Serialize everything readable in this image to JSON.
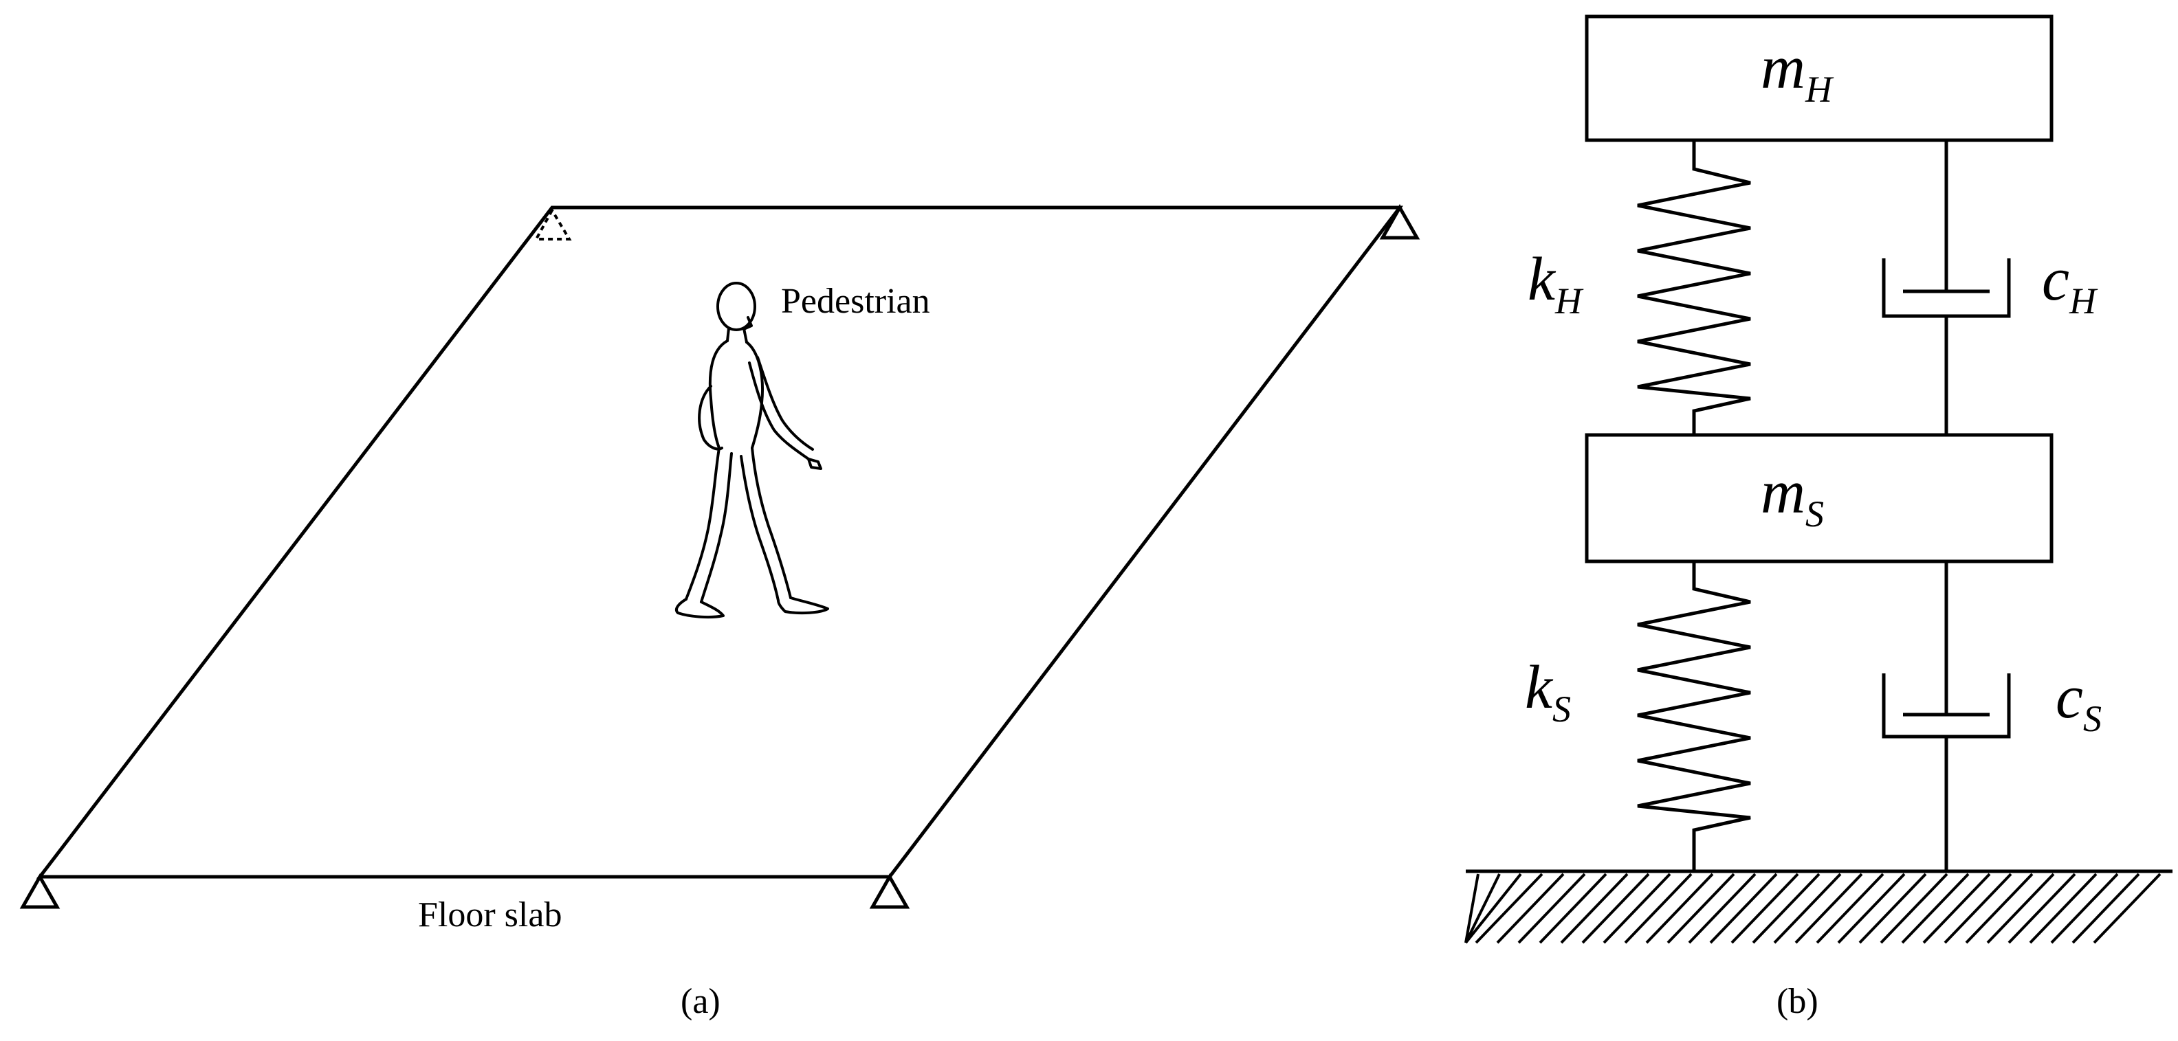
{
  "panel_a": {
    "pedestrian_label": "Pedestrian",
    "floor_label": "Floor slab",
    "caption": "(a)"
  },
  "panel_b": {
    "mass_upper": {
      "symbol": "m",
      "subscript": "H"
    },
    "mass_lower": {
      "symbol": "m",
      "subscript": "S"
    },
    "spring_upper": {
      "symbol": "k",
      "subscript": "H"
    },
    "damper_upper": {
      "symbol": "c",
      "subscript": "H"
    },
    "spring_lower": {
      "symbol": "k",
      "subscript": "S"
    },
    "damper_lower": {
      "symbol": "c",
      "subscript": "S"
    },
    "caption": "(b)"
  }
}
